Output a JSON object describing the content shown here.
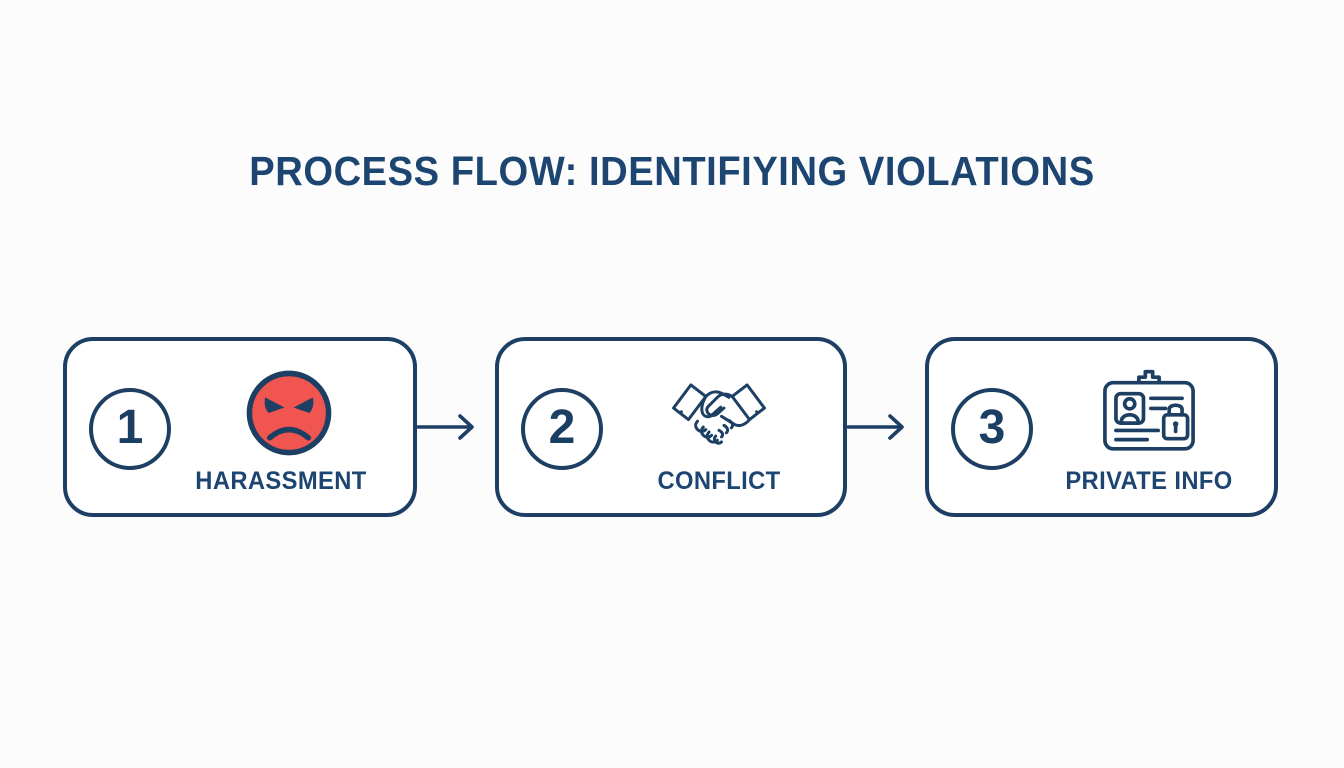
{
  "title": "PROCESS FLOW: IDENTIFIYING VIOLATIONS",
  "colors": {
    "background": "#fcfcfd",
    "navy_stroke": "#1c3f63",
    "navy_text": "#1d4571",
    "angry_face_red": "#f0564f",
    "card_fill": "#ffffff"
  },
  "steps": [
    {
      "number": "1",
      "label": "HARASSMENT",
      "icon": "angry-face-icon"
    },
    {
      "number": "2",
      "label": "CONFLICT",
      "icon": "handshake-icon"
    },
    {
      "number": "3",
      "label": "PRIVATE INFO",
      "icon": "id-badge-lock-icon"
    }
  ],
  "connectors": [
    {
      "name": "arrow-right-icon",
      "from": "1",
      "to": "2"
    },
    {
      "name": "arrow-right-icon",
      "from": "2",
      "to": "3"
    }
  ]
}
